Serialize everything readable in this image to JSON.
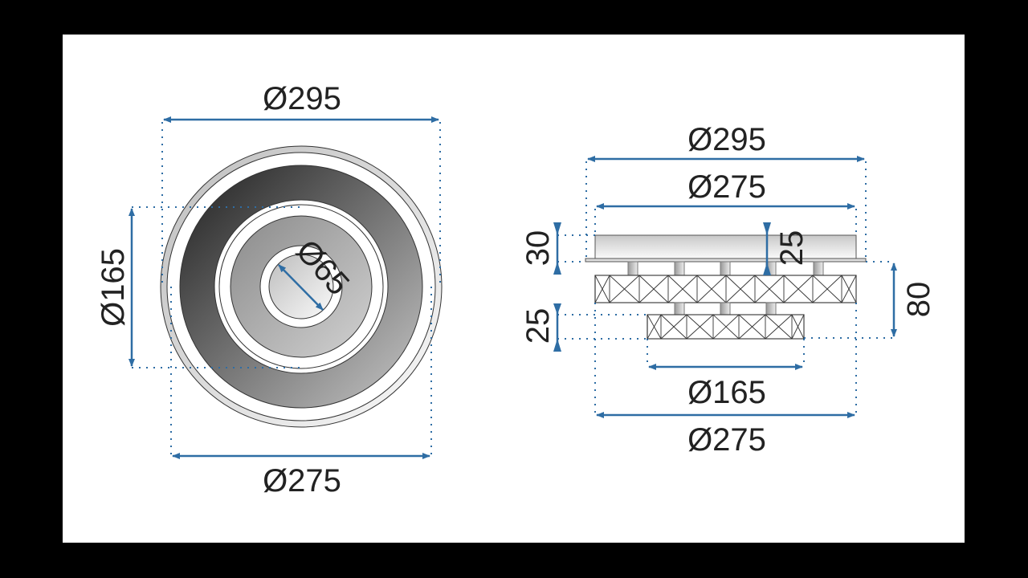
{
  "top_view": {
    "outer_diameter": "Ø295",
    "bottom_diameter": "Ø275",
    "inner_diameter": "Ø165",
    "center_diameter": "Ø65"
  },
  "side_view": {
    "outer_diameter": "Ø295",
    "upper_diameter": "Ø275",
    "lower_diameter": "Ø165",
    "bottom_diameter": "Ø275",
    "base_height": "30",
    "plate_height": "25",
    "total_height": "80",
    "lower_tier_height": "25"
  },
  "colors": {
    "dimension_line": "#2e6da4",
    "background": "#ffffff",
    "frame": "#000000"
  }
}
